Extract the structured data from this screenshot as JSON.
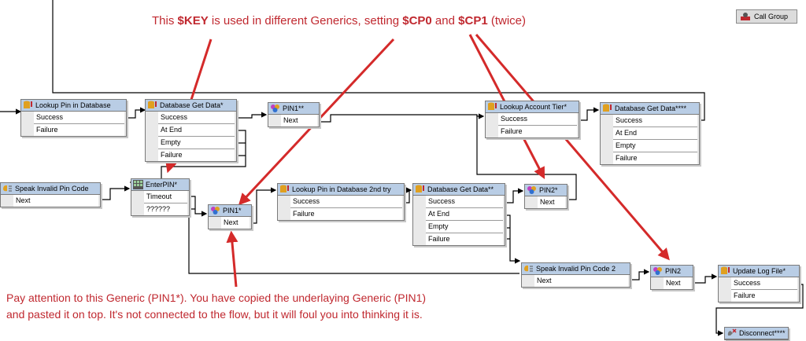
{
  "title_note": {
    "prefix": "This ",
    "key": "$KEY",
    "middle": " is used in different Generics, setting ",
    "cp0": "$CP0",
    "and": " and ",
    "cp1": "$CP1",
    "suffix": " (twice)"
  },
  "bottom_note": {
    "line1": "Pay attention to this Generic (PIN1*). You have copied the underlaying Generic (PIN1)",
    "line2": "and pasted it on top. It's not connected to the flow, but it will foul you into thinking it is."
  },
  "call_group": {
    "label": "Call Group",
    "icon": "call-group-icon"
  },
  "nodes": {
    "lookup_pin": {
      "title": "Lookup Pin in Database",
      "outputs": [
        "Success",
        "Failure"
      ],
      "icon": "database-icon"
    },
    "db_get_data_1": {
      "title": "Database Get Data*",
      "outputs": [
        "Success",
        "At End",
        "Empty",
        "Failure"
      ],
      "icon": "database-icon"
    },
    "pin1_star2": {
      "title": "PIN1**",
      "outputs": [
        "Next"
      ],
      "icon": "generic-icon"
    },
    "lookup_account_tier": {
      "title": "Lookup Account Tier*",
      "outputs": [
        "Success",
        "Failure"
      ],
      "icon": "database-icon"
    },
    "db_get_data_4": {
      "title": "Database Get Data****",
      "outputs": [
        "Success",
        "At End",
        "Empty",
        "Failure"
      ],
      "icon": "database-icon"
    },
    "speak_invalid_pin": {
      "title": "Speak Invalid Pin Code",
      "outputs": [
        "Next"
      ],
      "icon": "speak-icon"
    },
    "enter_pin": {
      "title": "EnterPIN*",
      "outputs": [
        "Timeout",
        "??????"
      ],
      "icon": "keypad-icon"
    },
    "pin1_star": {
      "title": "PIN1*",
      "outputs": [
        "Next"
      ],
      "icon": "generic-icon"
    },
    "lookup_pin_2nd": {
      "title": "Lookup Pin in Database 2nd try",
      "outputs": [
        "Success",
        "Failure"
      ],
      "icon": "database-icon"
    },
    "db_get_data_2": {
      "title": "Database Get Data**",
      "outputs": [
        "Success",
        "At End",
        "Empty",
        "Failure"
      ],
      "icon": "database-icon"
    },
    "pin2_star": {
      "title": "PIN2*",
      "outputs": [
        "Next"
      ],
      "icon": "generic-icon"
    },
    "speak_invalid_pin_2": {
      "title": "Speak Invalid Pin Code 2",
      "outputs": [
        "Next"
      ],
      "icon": "speak-icon"
    },
    "pin2": {
      "title": "PIN2",
      "outputs": [
        "Next"
      ],
      "icon": "generic-icon"
    },
    "update_log_file": {
      "title": "Update Log File*",
      "outputs": [
        "Success",
        "Failure"
      ],
      "icon": "database-icon"
    },
    "disconnect": {
      "title": "Disconnect****",
      "outputs": [],
      "icon": "disconnect-icon"
    }
  },
  "colors": {
    "annotation": "#c0282f",
    "node_header": "#b9cde5",
    "node_body": "#e9e9e9",
    "connector": "#000000"
  }
}
